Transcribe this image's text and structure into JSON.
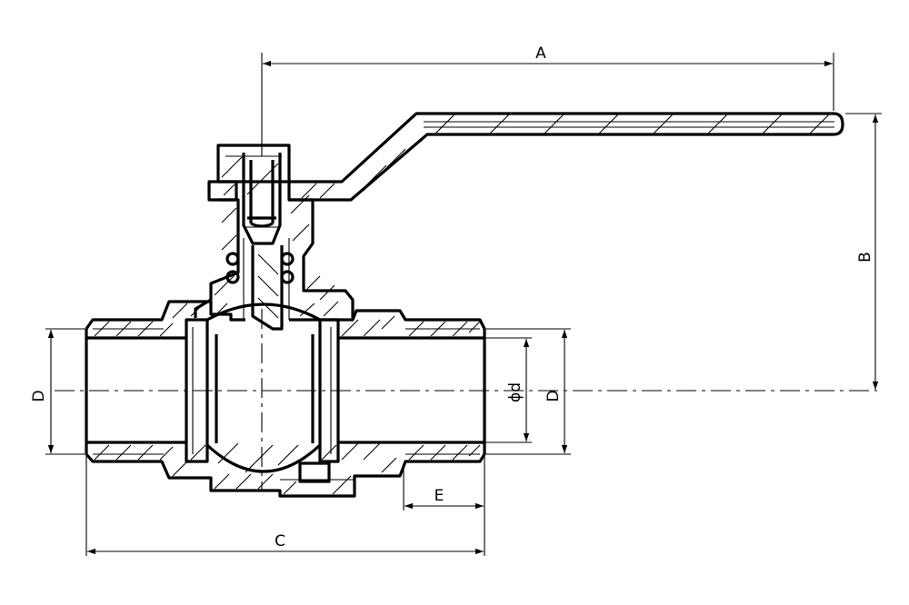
{
  "dimensions": {
    "a": "A",
    "b": "B",
    "c": "C",
    "d_left": "D",
    "d_right": "D",
    "e": "E",
    "phi_d": "ϕd"
  }
}
